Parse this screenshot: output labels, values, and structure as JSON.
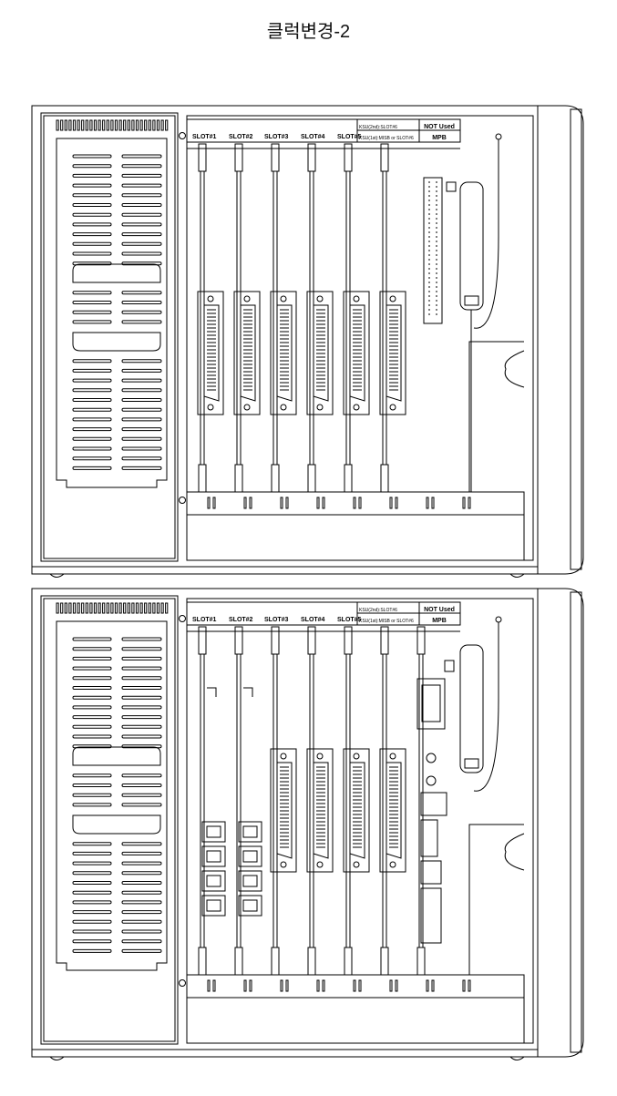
{
  "title": "클럭변경-2",
  "units": [
    {
      "name": "upper-cabinet",
      "slots": [
        "SLOT#1",
        "SLOT#2",
        "SLOT#3",
        "SLOT#4",
        "SLOT#5"
      ],
      "slot6_top": "KSU(2nd):SLOT#6",
      "slot6_bottom": "KSU(1st):MISB or SLOT#6",
      "extra_top": "NOT Used",
      "extra_bottom": "MPB"
    },
    {
      "name": "lower-cabinet",
      "slots": [
        "SLOT#1",
        "SLOT#2",
        "SLOT#3",
        "SLOT#4",
        "SLOT#5"
      ],
      "slot6_top": "KSU(2nd):SLOT#6",
      "slot6_bottom": "KSU(1st):MISB or SLOT#6",
      "extra_top": "NOT Used",
      "extra_bottom": "MPB"
    }
  ]
}
